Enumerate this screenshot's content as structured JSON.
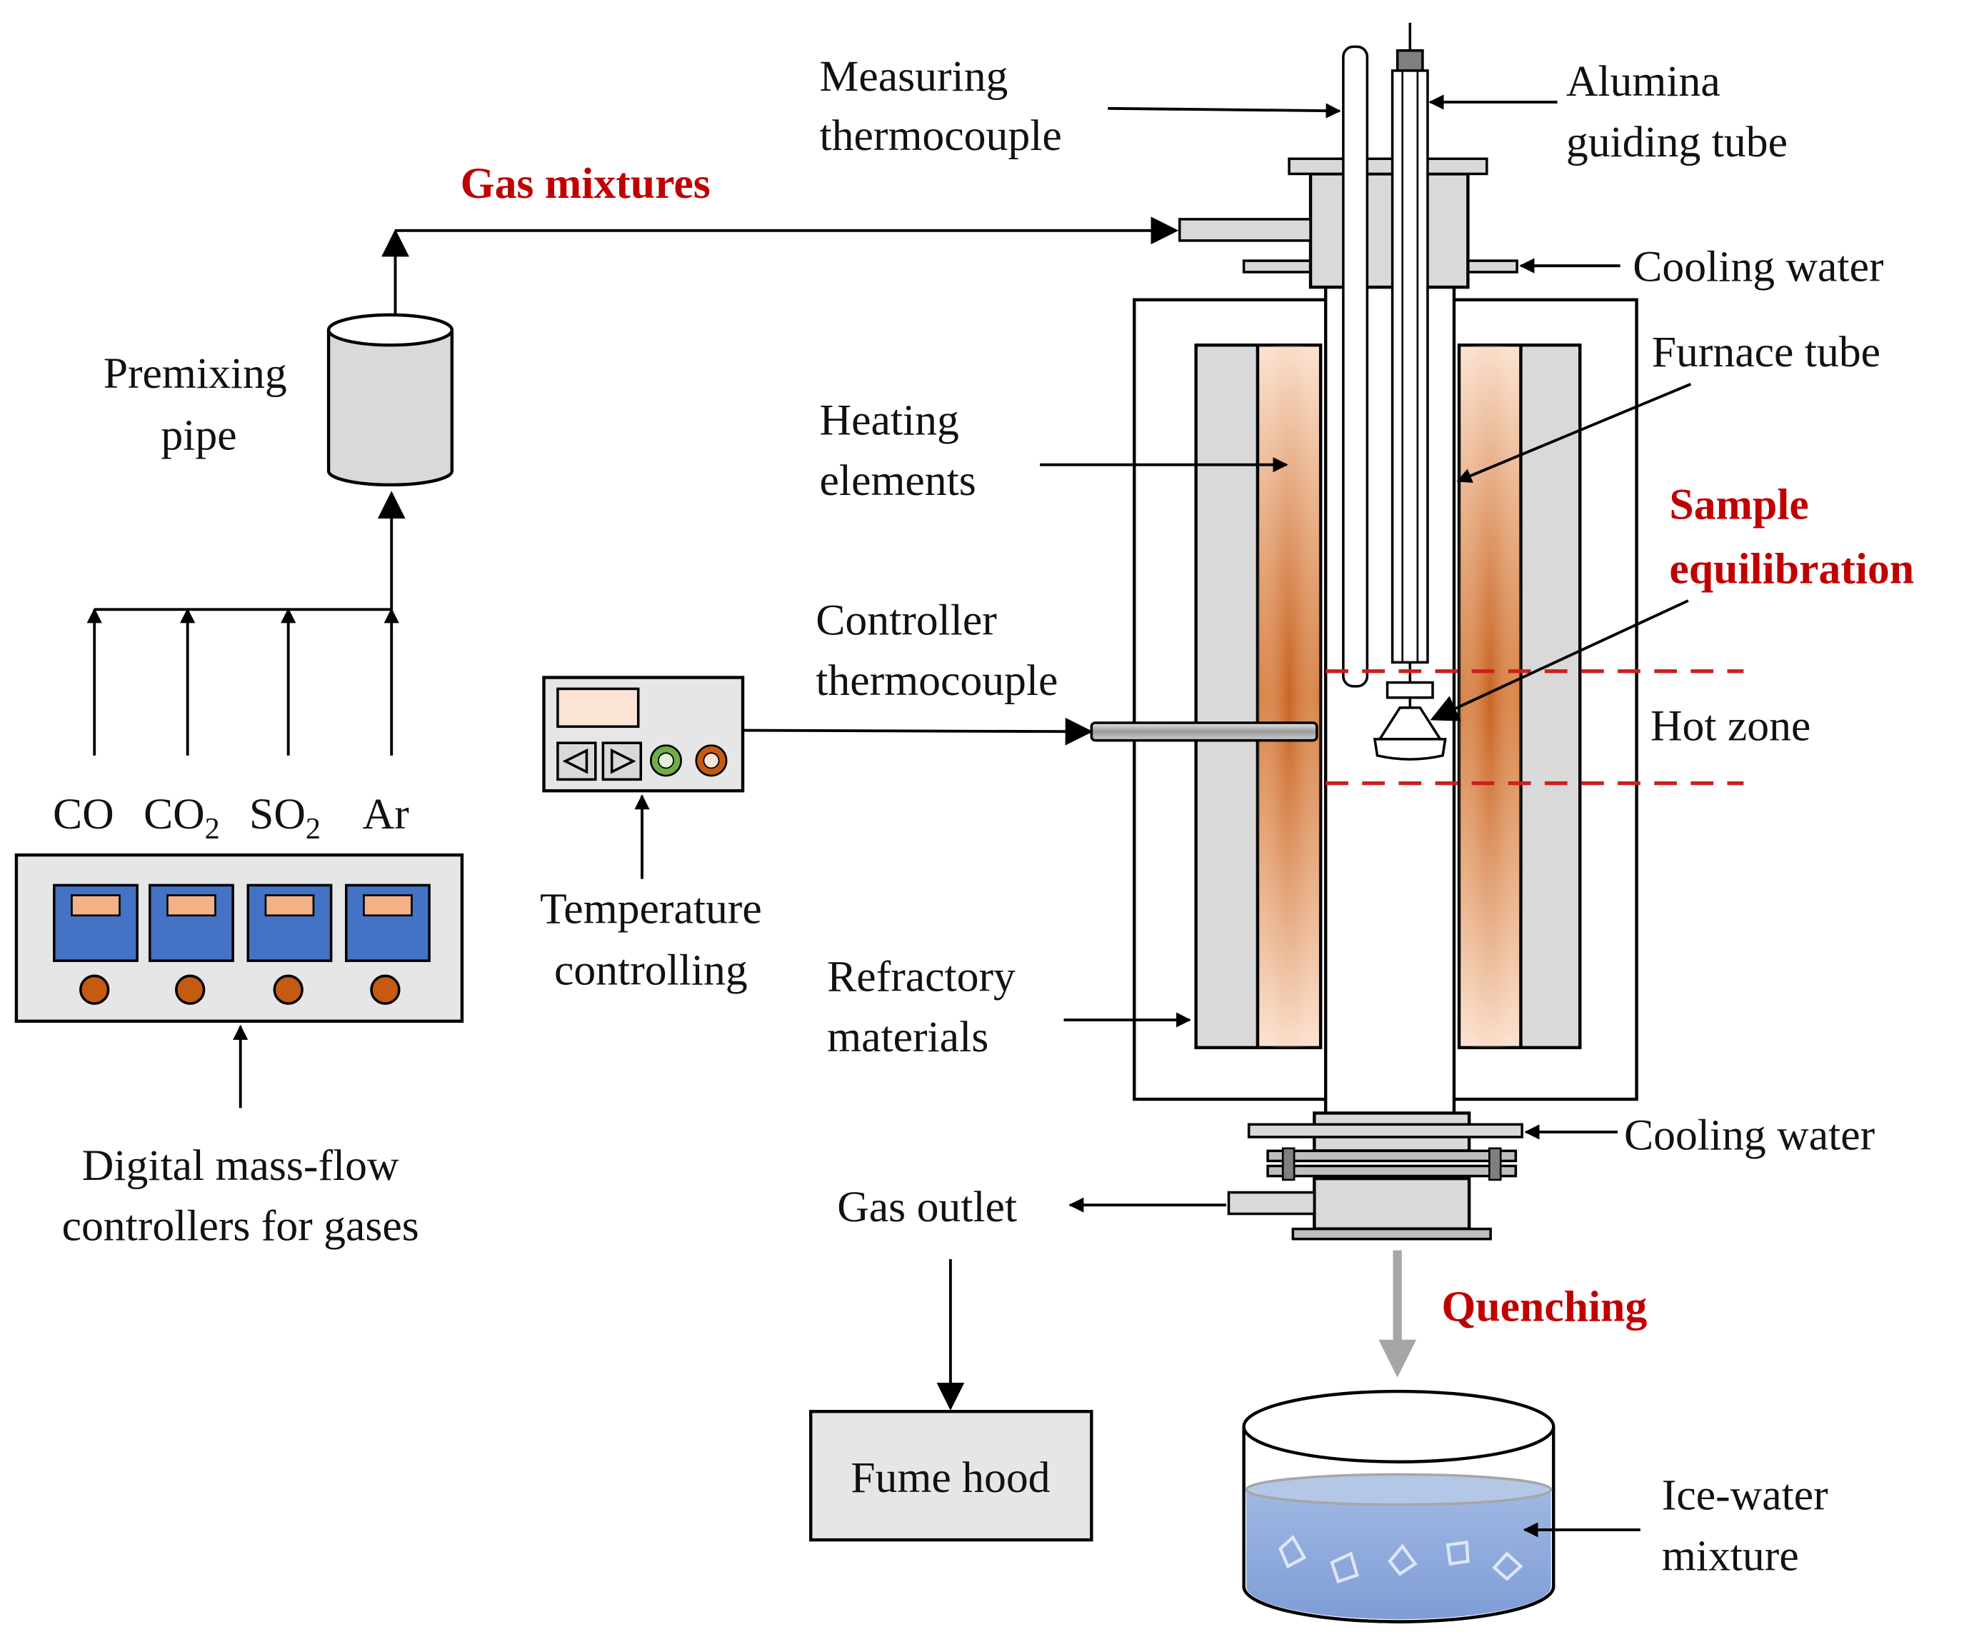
{
  "labels": {
    "measuring_thermocouple": [
      "Measuring",
      "thermocouple"
    ],
    "alumina_guiding_tube": [
      "Alumina",
      "guiding tube"
    ],
    "gas_mixtures": "Gas mixtures",
    "cooling_water_top": "Cooling water",
    "furnace_tube": "Furnace tube",
    "premixing_pipe": [
      "Premixing",
      "pipe"
    ],
    "heating_elements": [
      "Heating",
      "elements"
    ],
    "sample_equilibration": [
      "Sample",
      "equilibration"
    ],
    "controller_thermocouple": [
      "Controller",
      "thermocouple"
    ],
    "hot_zone": "Hot zone",
    "temperature_controlling": [
      "Temperature",
      "controlling"
    ],
    "refractory_materials": [
      "Refractory",
      "materials"
    ],
    "cooling_water_bottom": "Cooling water",
    "gas_outlet": "Gas outlet",
    "quenching": "Quenching",
    "fume_hood": "Fume hood",
    "ice_water_mixture": [
      "Ice-water",
      "mixture"
    ],
    "digital_mass_flow": [
      "Digital mass-flow",
      "controllers for gases"
    ]
  },
  "gases": [
    {
      "name": "CO",
      "sub": ""
    },
    {
      "name": "CO",
      "sub": "2"
    },
    {
      "name": "SO",
      "sub": "2"
    },
    {
      "name": "Ar",
      "sub": ""
    }
  ],
  "colors": {
    "label_red": "#c00000",
    "hot_zone_line": "#cc1f1f",
    "controller_blue": "#4472c4",
    "display_peach": "#f4b183",
    "knob_orange": "#c55a11",
    "heating_glow": "#d2732e",
    "refractory_gray": "#d9d9d9",
    "water_blue": "#8faadc"
  },
  "icons": [
    "arrow-icon",
    "display-icon",
    "knob-icon",
    "left-triangle-button",
    "right-triangle-button"
  ]
}
